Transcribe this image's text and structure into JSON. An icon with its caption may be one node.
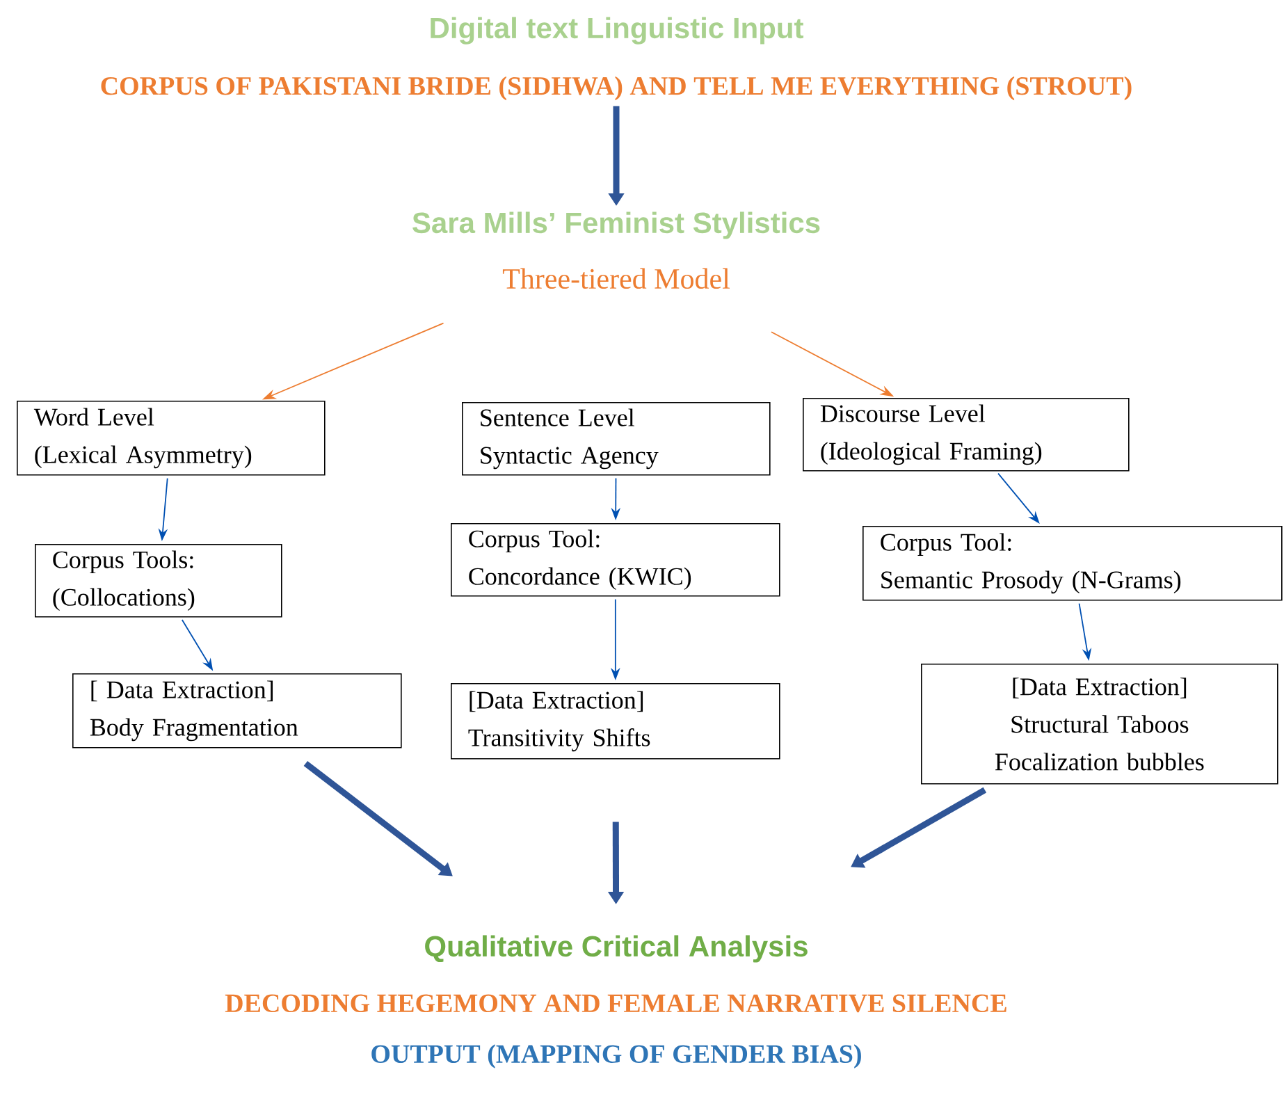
{
  "diagram": {
    "nodes": [
      {
        "text": [
          "Digital text Linguistic Input",
          "CORPUS OF PAKISTANI BRIDE (SIDHWA) AND TELL ME EVERYTHING (STROUT)"
        ]
      },
      {
        "text": [
          "Sara Mills’ Feminist Stylistics",
          "Three-tiered Model"
        ]
      },
      {
        "text": [
          "Word Level",
          "(Lexical Asymmetry)"
        ]
      },
      {
        "text": [
          "Sentence Level",
          "Syntactic Agency"
        ]
      },
      {
        "text": [
          "Discourse Level",
          "(Ideological Framing)"
        ]
      },
      {
        "text": [
          "Corpus Tools:",
          "(Collocations)"
        ]
      },
      {
        "text": [
          "Corpus Tool:",
          "Concordance (KWIC)"
        ]
      },
      {
        "text": [
          "Corpus Tool:",
          "Semantic Prosody (N-Grams)"
        ]
      },
      {
        "text": [
          "[ Data Extraction]",
          "Body Fragmentation"
        ]
      },
      {
        "text": [
          "[Data Extraction]",
          "Transitivity Shifts"
        ]
      },
      {
        "text": [
          "[Data Extraction]",
          "Structural Taboos",
          "Focalization bubbles"
        ]
      },
      {
        "text": [
          "Qualitative Critical Analysis",
          "DECODING HEGEMONY AND FEMALE NARRATIVE SILENCE",
          "OUTPUT (MAPPING OF GENDER BIAS)"
        ]
      }
    ],
    "edges": [
      {
        "from": 0,
        "to": 1,
        "arrow": "to",
        "style": "thick",
        "color": "#2f5597"
      },
      {
        "from": 1,
        "to": 2,
        "arrow": "to",
        "color": "#ed7d31"
      },
      {
        "from": 1,
        "to": 4,
        "arrow": "to",
        "color": "#ed7d31"
      },
      {
        "from": 2,
        "to": 5,
        "arrow": "to"
      },
      {
        "from": 3,
        "to": 6,
        "arrow": "to"
      },
      {
        "from": 4,
        "to": 7,
        "arrow": "to"
      },
      {
        "from": 5,
        "to": 8,
        "arrow": "to"
      },
      {
        "from": 6,
        "to": 9,
        "arrow": "to"
      },
      {
        "from": 7,
        "to": 10,
        "arrow": "to"
      },
      {
        "from": 8,
        "to": 11,
        "arrow": "to",
        "style": "thick",
        "color": "#2f5597"
      },
      {
        "from": 9,
        "to": 11,
        "arrow": "to",
        "style": "thick",
        "color": "#2f5597"
      },
      {
        "from": 10,
        "to": 11,
        "arrow": "to",
        "style": "thick",
        "color": "#2f5597"
      }
    ]
  }
}
